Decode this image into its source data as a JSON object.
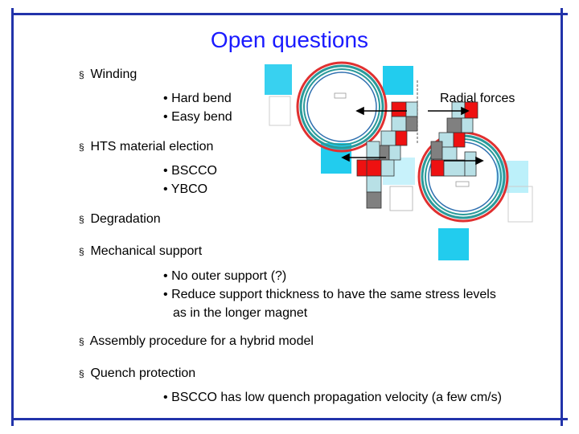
{
  "slide": {
    "title": "Open questions",
    "bullet_mark": "§",
    "sub_mark": "•",
    "sections": {
      "winding": {
        "label": "Winding",
        "items": [
          "Hard bend",
          "Easy bend"
        ]
      },
      "hts": {
        "label": "HTS material election",
        "items": [
          "BSCCO",
          "YBCO"
        ]
      },
      "degradation": {
        "label": "Degradation"
      },
      "mechanical": {
        "label": "Mechanical support",
        "items": [
          "No outer support (?)",
          "Reduce support thickness to have the same stress levels",
          "as in the longer magnet"
        ]
      },
      "assembly": {
        "label": "Assembly procedure for a hybrid model"
      },
      "quench": {
        "label": "Quench protection",
        "items": [
          "BSCCO has low quench propagation velocity (a few cm/s)"
        ]
      }
    },
    "diagram": {
      "label": "Radial forces"
    }
  },
  "colors": {
    "title": "#1a1aff",
    "frame": "#2233aa",
    "coil_red": "#e03030",
    "coil_teal": "#2a9a9a",
    "block_red": "#ee1111",
    "block_light": "#b8e0e6",
    "block_gray": "#808080",
    "cyan_panel": "#22ccee"
  }
}
